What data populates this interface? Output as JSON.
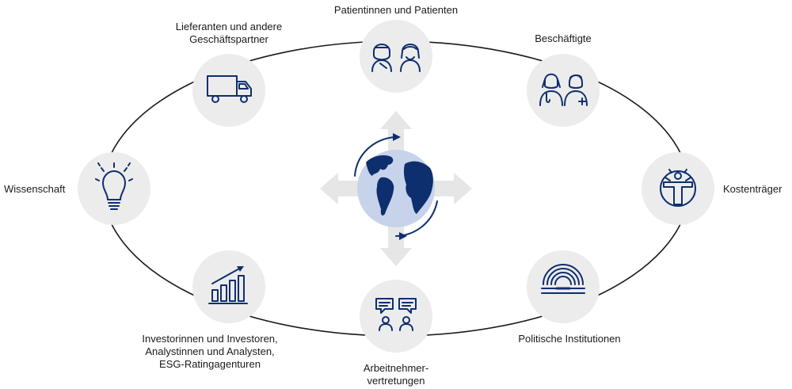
{
  "stakeholders": {
    "patients": "Patientinnen und Patienten",
    "suppliers": "Lieferanten und andere\nGeschäftspartner",
    "employees": "Beschäftigte",
    "science": "Wissenschaft",
    "payers": "Kostenträger",
    "investors": "Investorinnen und Investoren,\nAnalystinnen und Analysten,\nESG-Ratingagenturen",
    "politics": "Politische Institutionen",
    "works_council": "Arbeitnehmer-\nvertretungen"
  },
  "icons": {
    "patients": "patients-icon",
    "suppliers": "truck-icon",
    "employees": "medical-staff-icon",
    "science": "lightbulb-icon",
    "payers": "vitruvian-icon",
    "investors": "growth-chart-icon",
    "politics": "parliament-icon",
    "works_council": "dialogue-icon",
    "center": "globe-icon"
  },
  "colors": {
    "navy": "#0e2f6e",
    "circle_gray": "#ececec",
    "globe_light": "#c6d3ea",
    "arrow_gray": "#e6e6e6",
    "ellipse": "#1a1a1a"
  }
}
